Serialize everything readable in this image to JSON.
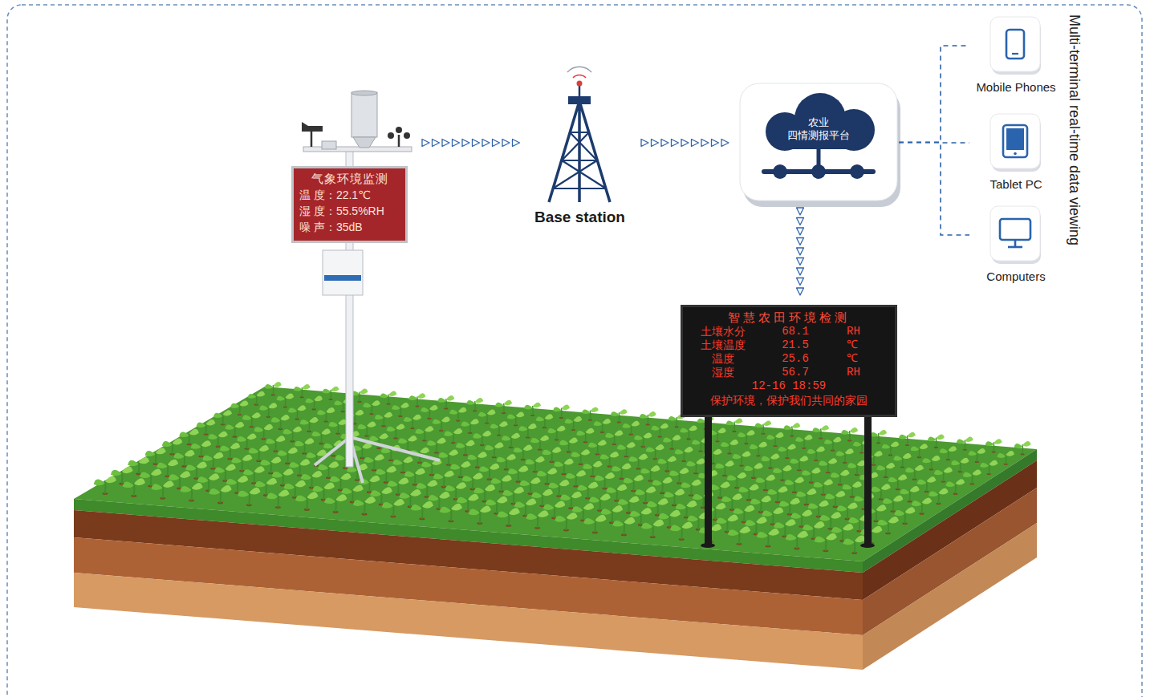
{
  "diagram": {
    "nodes": [
      {
        "text": [
          "气象环境监测",
          "温 度：22.1℃",
          "湿 度：55.5%RH",
          "噪 声：35dB"
        ]
      },
      {
        "text": [
          "Base station"
        ]
      },
      {
        "text": [
          "农业 四情测报平台"
        ]
      },
      {
        "text": [
          "智慧农田环境检测",
          "土壤水分",
          "68.1",
          "RH",
          "土壤温度",
          "21.5",
          "℃",
          "温度",
          "25.6",
          "℃",
          "湿度",
          "56.7",
          "RH",
          "12-16 18:59",
          "保护环境，保护我们共同的家园"
        ]
      },
      {
        "text": [
          "Mobile Phones"
        ]
      },
      {
        "text": [
          "Tablet PC"
        ]
      },
      {
        "text": [
          "Computers"
        ]
      }
    ],
    "edges": [
      {
        "from": 0,
        "to": 1,
        "arrow": "to"
      },
      {
        "from": 1,
        "to": 2,
        "arrow": "to"
      },
      {
        "from": 2,
        "to": 3,
        "arrow": "to"
      },
      {
        "from": 2,
        "to": 4,
        "arrow": "none"
      },
      {
        "from": 2,
        "to": 5,
        "arrow": "none"
      },
      {
        "from": 2,
        "to": 6,
        "arrow": "none"
      }
    ],
    "labels": [
      "Multi-terminal real-time data viewing"
    ]
  }
}
